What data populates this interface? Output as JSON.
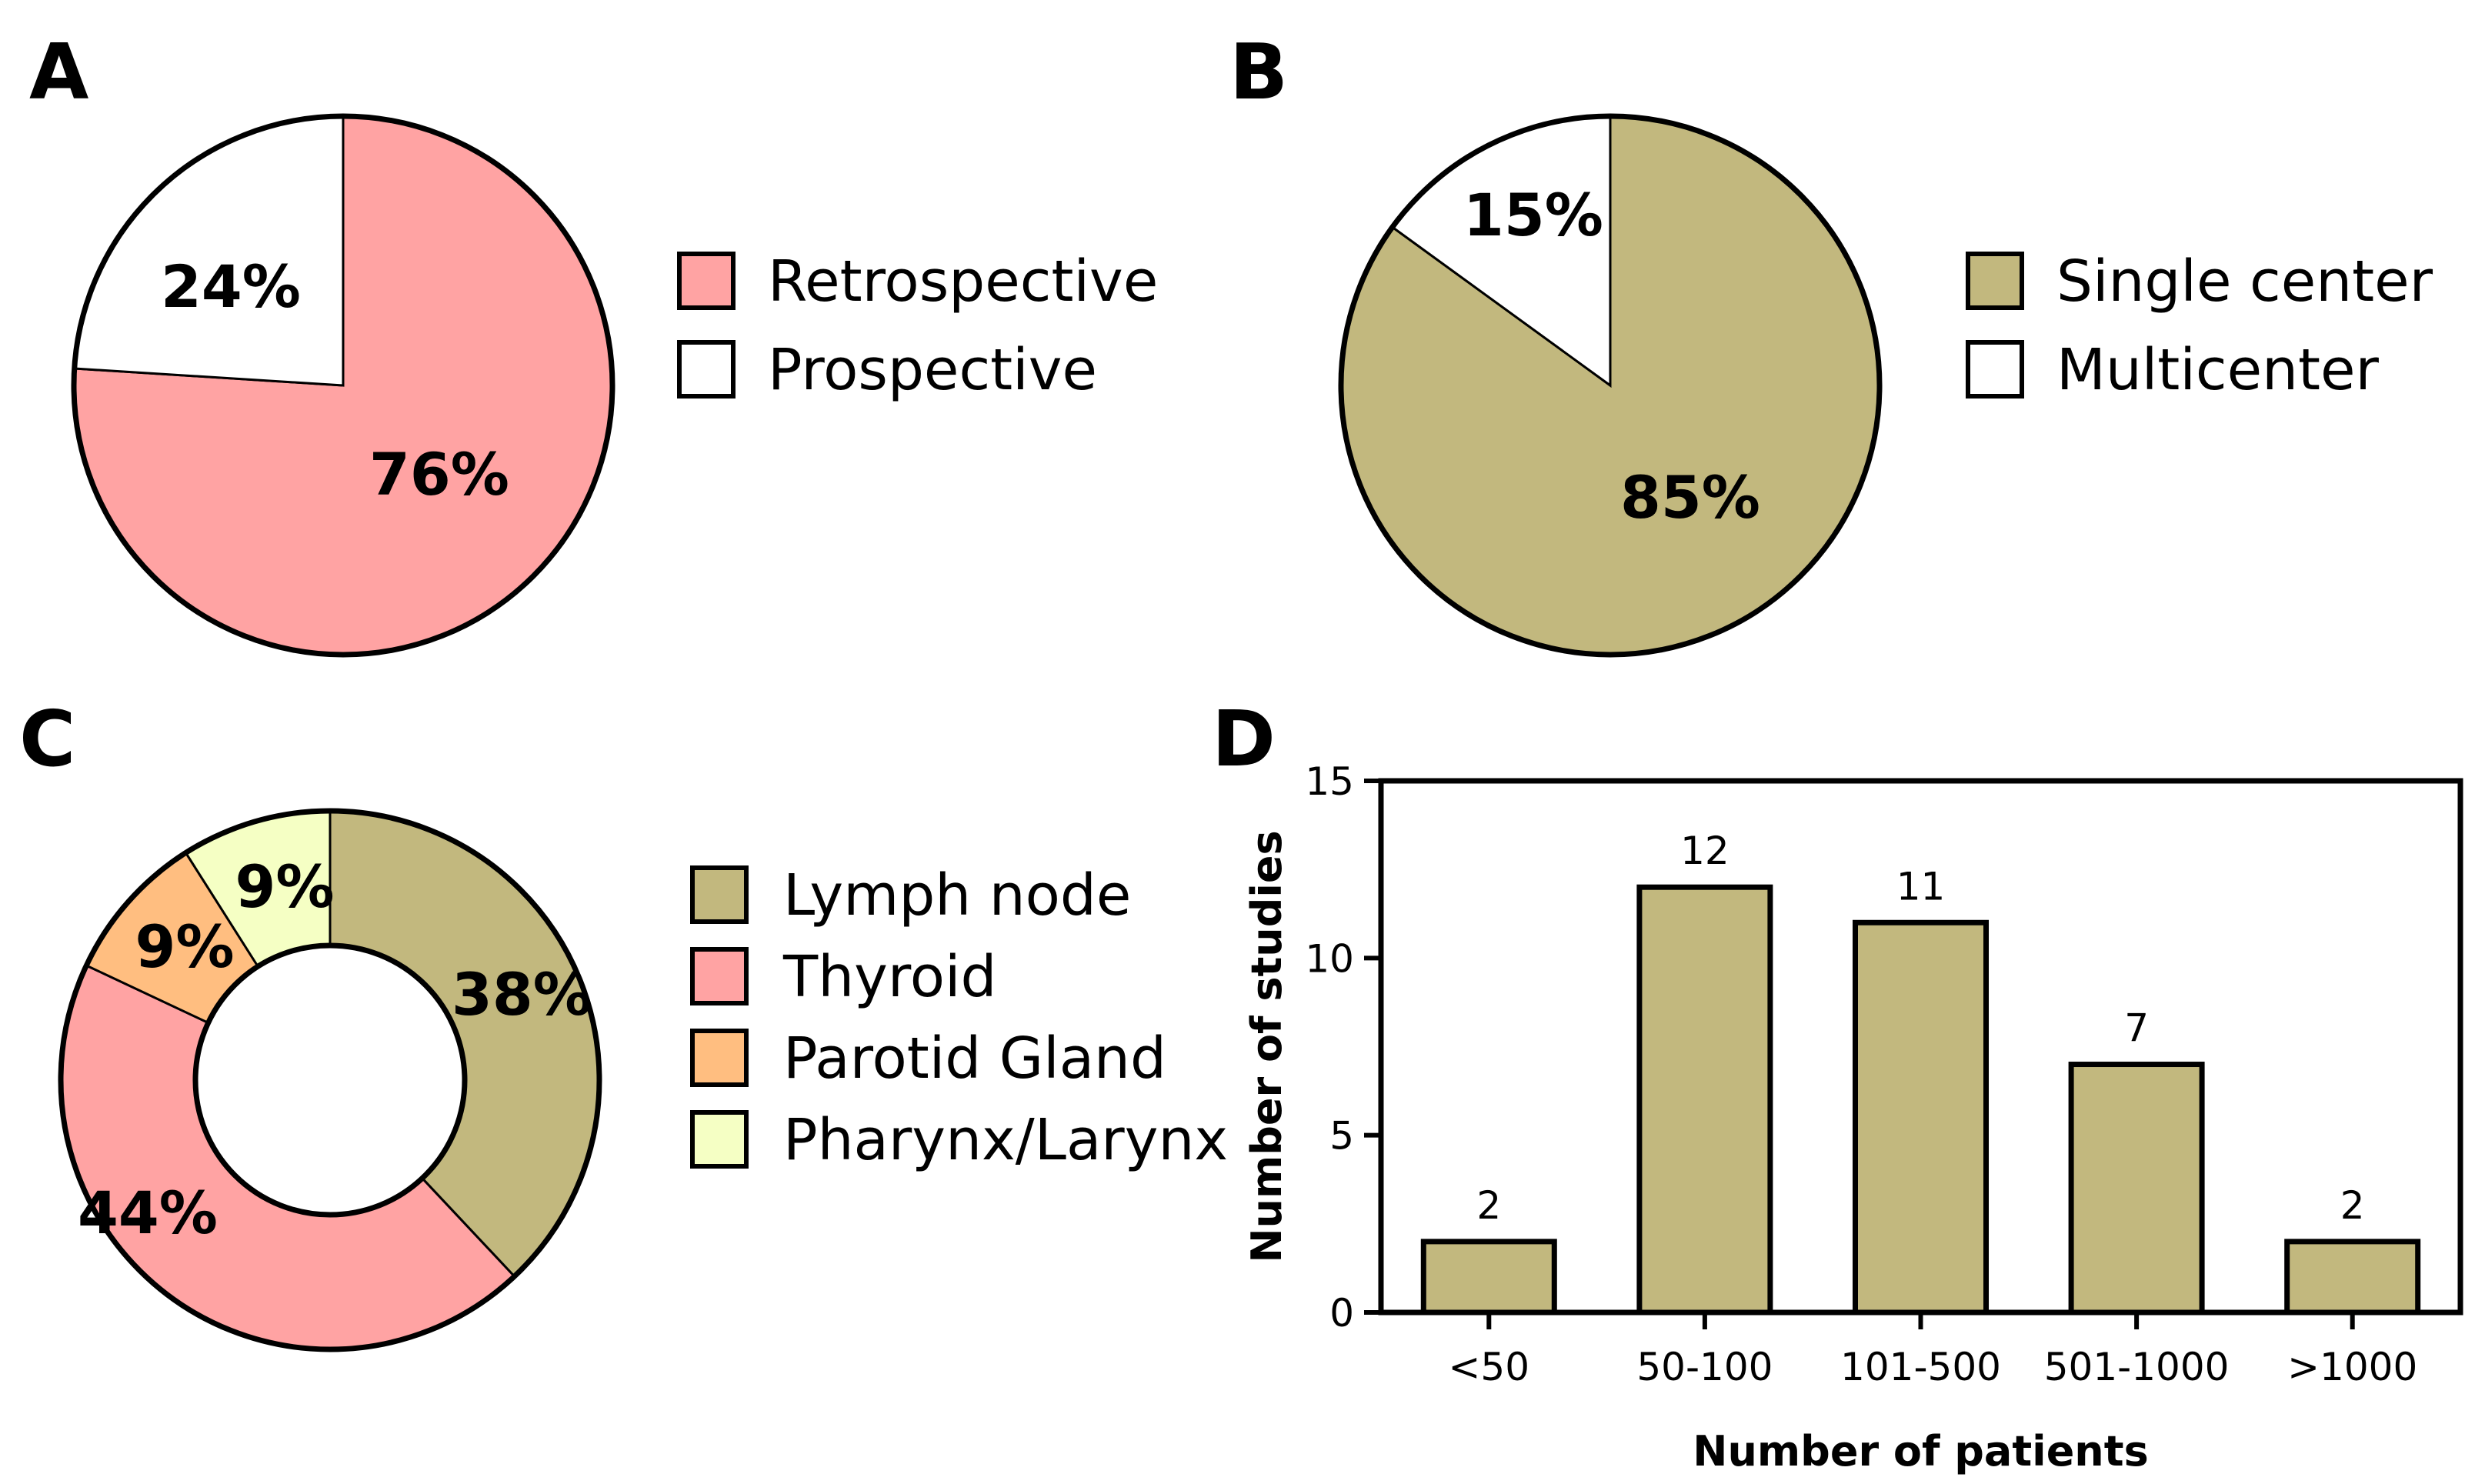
{
  "chart_data": [
    {
      "panel": "A",
      "type": "pie",
      "title": "",
      "categories": [
        "Retrospective",
        "Prospective"
      ],
      "values": [
        76,
        24
      ],
      "labels": [
        "76%",
        "24%"
      ],
      "colors": [
        "#ffa3a3",
        "#ffffff"
      ],
      "legend": "right"
    },
    {
      "panel": "B",
      "type": "pie",
      "title": "",
      "categories": [
        "Single center",
        "Multicenter"
      ],
      "values": [
        85,
        15
      ],
      "labels": [
        "85%",
        "15%"
      ],
      "colors": [
        "#c2b87e",
        "#ffffff"
      ],
      "legend": "right"
    },
    {
      "panel": "C",
      "type": "pie",
      "donut": true,
      "title": "",
      "categories": [
        "Lymph node",
        "Thyroid",
        "Parotid Gland",
        "Pharynx/Larynx"
      ],
      "values": [
        38,
        44,
        9,
        9
      ],
      "labels": [
        "38%",
        "44%",
        "9%",
        "9%"
      ],
      "colors": [
        "#c2b87e",
        "#ffa3a3",
        "#ffbe80",
        "#f5ffc4"
      ],
      "legend": "right"
    },
    {
      "panel": "D",
      "type": "bar",
      "title": "",
      "categories": [
        "<50",
        "50-100",
        "101-500",
        "501-1000",
        ">1000"
      ],
      "values": [
        2,
        12,
        11,
        7,
        2
      ],
      "value_labels": [
        "2",
        "12",
        "11",
        "7",
        "2"
      ],
      "xlabel": "Number of patients",
      "ylabel": "Number of studies",
      "ylim": [
        0,
        15
      ],
      "yticks": [
        "0",
        "5",
        "10",
        "15"
      ],
      "ytick_values": [
        0,
        5,
        10,
        15
      ],
      "bar_color": "#c2b87e",
      "grid": false
    }
  ]
}
